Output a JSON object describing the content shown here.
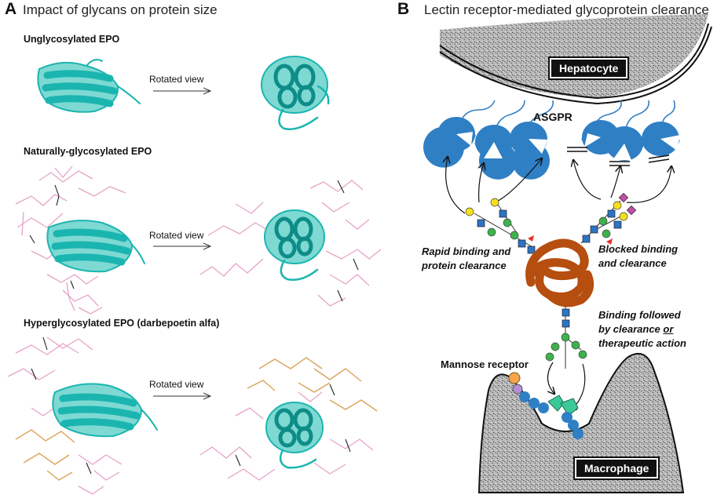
{
  "panel_a": {
    "letter": "A",
    "title": "Impact of glycans on protein size",
    "sections": [
      {
        "heading": "Unglycosylated  EPO",
        "rotated_label": "Rotated view"
      },
      {
        "heading": "Naturally-glycosylated  EPO",
        "rotated_label": "Rotated view"
      },
      {
        "heading": "Hyperglycosylated  EPO  (darbepoetin  alfa)",
        "rotated_label": "Rotated view"
      }
    ]
  },
  "panel_b": {
    "letter": "B",
    "title": "Lectin receptor-mediated glycoprotein clearance",
    "hepatocyte": "Hepatocyte",
    "asgpr": "ASGPR",
    "rapid_line1": "Rapid binding and",
    "rapid_line2": "protein clearance",
    "blocked_line1": "Blocked binding",
    "blocked_line2": "and clearance",
    "binding_line1": "Binding followed",
    "binding_line2_pre": "by clearance ",
    "binding_line2_or": "or",
    "binding_line3": "therapeutic action",
    "mannose_receptor": "Mannose receptor",
    "macrophage": "Macrophage"
  },
  "colors": {
    "protein_cyan": "#1bb5b0",
    "glycan_pink": "#e6a3c6",
    "glycan_orange": "#d9a45a",
    "receptor_blue": "#2f7fc4",
    "protein_brown": "#b54e0e",
    "glcnac_blue": "#2d74c4",
    "mannose_green": "#3cb34a",
    "galactose_yellow": "#f5e11a",
    "fucose_red": "#e8312a",
    "sialic_pink": "#c04fa8"
  }
}
